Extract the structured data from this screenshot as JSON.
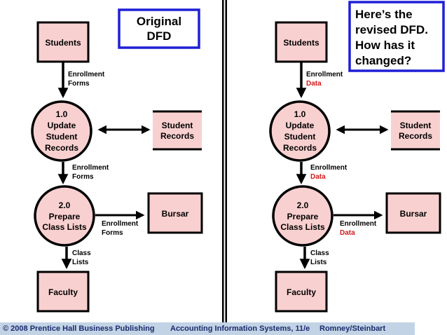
{
  "left": {
    "title": [
      "Original",
      "DFD"
    ],
    "entity_top": "Students",
    "flow1": [
      "Enrollment",
      "Forms"
    ],
    "process1": [
      "1.0",
      "Update",
      "Student",
      "Records"
    ],
    "store": [
      "Student",
      "Records"
    ],
    "flow2": [
      "Enrollment",
      "Forms"
    ],
    "process2": [
      "2.0",
      "Prepare",
      "Class Lists"
    ],
    "flow3": [
      "Enrollment",
      "Forms"
    ],
    "bursar": "Bursar",
    "flow4": [
      "Class",
      "Lists"
    ],
    "entity_bottom": "Faculty"
  },
  "right": {
    "question": [
      "Here’s the",
      "revised DFD.",
      "How has it",
      "changed?"
    ],
    "entity_top": "Students",
    "flow1": [
      "Enrollment",
      "Data"
    ],
    "process1": [
      "1.0",
      "Update",
      "Student",
      "Records"
    ],
    "store": [
      "Student",
      "Records"
    ],
    "flow2": [
      "Enrollment",
      "Data"
    ],
    "process2": [
      "2.0",
      "Prepare",
      "Class Lists"
    ],
    "flow3": [
      "Enrollment",
      "Data"
    ],
    "bursar": "Bursar",
    "flow4": [
      "Class",
      "Lists"
    ],
    "entity_bottom": "Faculty"
  },
  "footer": {
    "copyright": "© 2008 Prentice Hall Business Publishing",
    "book": "Accounting Information Systems, 11/e",
    "authors": "Romney/Steinbart"
  },
  "colors": {
    "fill": "#f9d0d0",
    "title_border": "#1f1fd6",
    "changed_text": "#d21a1a",
    "footer_bg": "#c3d3e6"
  }
}
